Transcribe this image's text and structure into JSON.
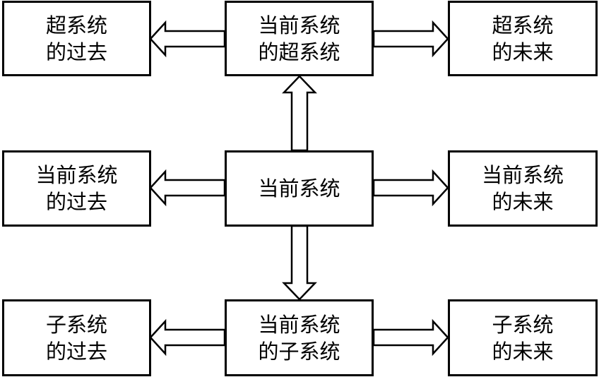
{
  "boxes": {
    "super_past": {
      "line1": "超系统",
      "line2": "的过去"
    },
    "super_now": {
      "line1": "当前系统",
      "line2": "的超系统"
    },
    "super_future": {
      "line1": "超系统",
      "line2": "的未来"
    },
    "cur_past": {
      "line1": "当前系统",
      "line2": "的过去"
    },
    "cur_now": {
      "line1": "当前系统"
    },
    "cur_future": {
      "line1": "当前系统",
      "line2": "的未来"
    },
    "sub_past": {
      "line1": "子系统",
      "line2": "的过去"
    },
    "sub_now": {
      "line1": "当前系统",
      "line2": "的子系统"
    },
    "sub_future": {
      "line1": "子系统",
      "line2": "的未来"
    }
  }
}
